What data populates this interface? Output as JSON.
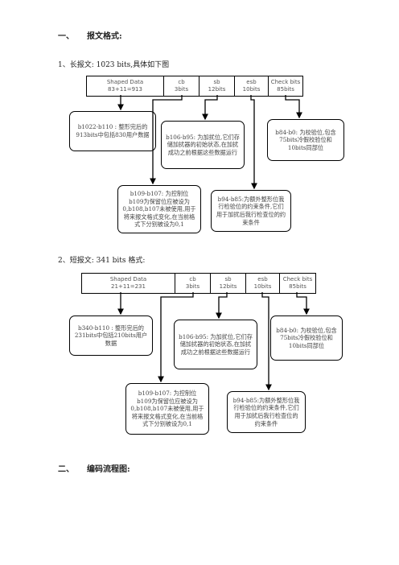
{
  "section1": {
    "number": "一、",
    "title": "报文格式:",
    "long_heading": "1、长报文: 1023 bits,具体如下图",
    "fields": [
      {
        "name": "Shaped Data",
        "range": "83+11=913"
      },
      {
        "name": "cb",
        "range": "3bits"
      },
      {
        "name": "sb",
        "range": "12bits"
      },
      {
        "name": "esb",
        "range": "10bits"
      },
      {
        "name": "Check bits",
        "range": "85bits"
      }
    ],
    "notes": [
      "b1022-b110 : 整形完后的913bits中包括830用户数据",
      "b109-b107: 为控制位 b109为保留位应被设为0,b108,b107未被使用,用于将来报文格式变化,在当前格式下分别被设为0,1",
      "b106-b95: 为加扰位,它们存储加扰器的初始状态,在加扰成功之前根据这些数据运行",
      "b94-b85:为额外整形位我行检验位的约束条件,它们用于加扰后我行检查位的约束条件",
      "b84-b0: 为校验位,包含75bits冷假校验位和10bits同部位"
    ]
  },
  "section2": {
    "short_heading": "2、短报文: 341 bits 格式:",
    "fields": [
      {
        "name": "Shaped Data",
        "range": "21+11=231"
      },
      {
        "name": "cb",
        "range": "3bits"
      },
      {
        "name": "sb",
        "range": "12bits"
      },
      {
        "name": "esb",
        "range": "10bits"
      },
      {
        "name": "Check bits",
        "range": "85bits"
      }
    ],
    "notes": [
      "b340-b110 : 整形完后的231bits中包括210bits用户数据",
      "b109-b107: 为控制位 b109为保留位应被设为0,b108,b107未被使用,用于将来报文格式变化,在当前格式下分别被设为0,1",
      "b106-b95: 为加扰位,它们存储加扰器的初始状态,在加扰成功之前根据这些数据运行",
      "b94-b85:为额外整形位我行检验位的约束条件,它们用于加扰后我行检查位的约束条件",
      "b84-b0: 为校验位,包含75bits冷假校验位和10bits同部位"
    ]
  },
  "section3": {
    "number": "二、",
    "title": "编码流程图:"
  }
}
